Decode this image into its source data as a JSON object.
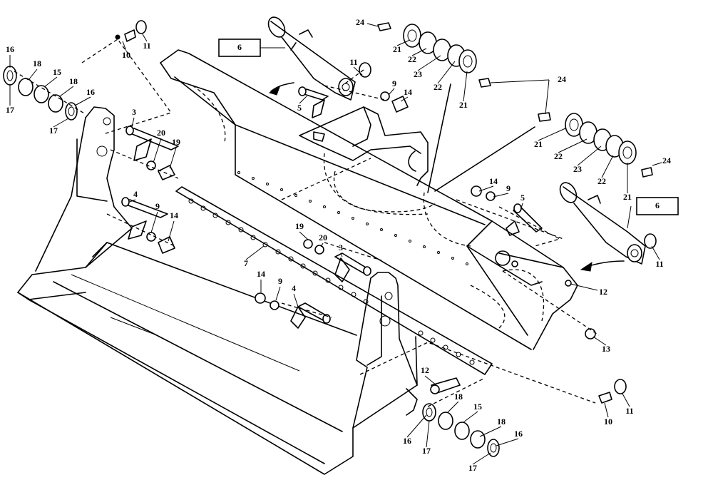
{
  "callouts": [
    {
      "n": "16"
    },
    {
      "n": "18"
    },
    {
      "n": "15"
    },
    {
      "n": "18"
    },
    {
      "n": "16"
    },
    {
      "n": "17"
    },
    {
      "n": "17"
    },
    {
      "n": "10"
    },
    {
      "n": "11"
    },
    {
      "n": "3"
    },
    {
      "n": "20"
    },
    {
      "n": "19"
    },
    {
      "n": "4"
    },
    {
      "n": "9"
    },
    {
      "n": "14"
    },
    {
      "n": "24"
    },
    {
      "n": "21"
    },
    {
      "n": "22"
    },
    {
      "n": "23"
    },
    {
      "n": "22"
    },
    {
      "n": "21"
    },
    {
      "n": "11"
    },
    {
      "n": "9"
    },
    {
      "n": "14"
    },
    {
      "n": "5"
    },
    {
      "n": "24"
    },
    {
      "n": "21"
    },
    {
      "n": "22"
    },
    {
      "n": "23"
    },
    {
      "n": "22"
    },
    {
      "n": "21"
    },
    {
      "n": "24"
    },
    {
      "n": "14"
    },
    {
      "n": "9"
    },
    {
      "n": "5"
    },
    {
      "n": "11"
    },
    {
      "n": "12"
    },
    {
      "n": "13"
    },
    {
      "n": "7"
    },
    {
      "n": "19"
    },
    {
      "n": "20"
    },
    {
      "n": "3"
    },
    {
      "n": "14"
    },
    {
      "n": "9"
    },
    {
      "n": "4"
    },
    {
      "n": "12"
    },
    {
      "n": "18"
    },
    {
      "n": "15"
    },
    {
      "n": "18"
    },
    {
      "n": "16"
    },
    {
      "n": "16"
    },
    {
      "n": "17"
    },
    {
      "n": "17"
    },
    {
      "n": "10"
    },
    {
      "n": "11"
    }
  ],
  "boxed_labels": [
    {
      "n": "6"
    },
    {
      "n": "6"
    }
  ]
}
